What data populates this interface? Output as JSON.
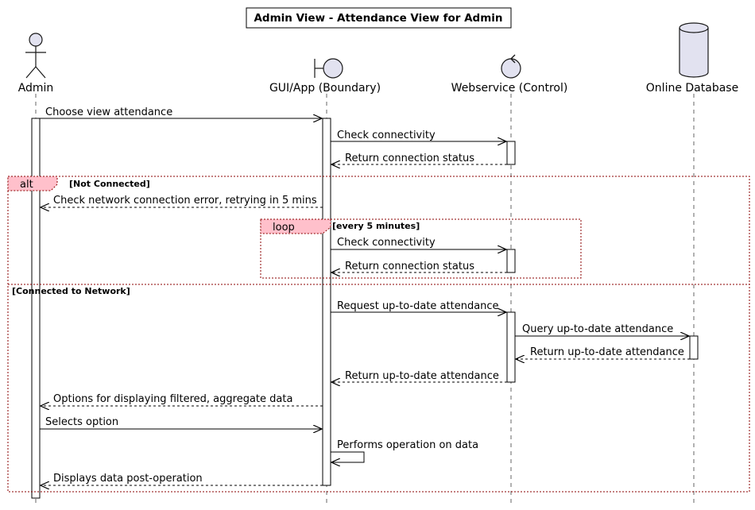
{
  "title": "Admin View - Attendance View for Admin",
  "participants": [
    {
      "id": "admin",
      "label": "Admin",
      "kind": "actor"
    },
    {
      "id": "gui",
      "label": "GUI/App (Boundary)",
      "kind": "boundary"
    },
    {
      "id": "ws",
      "label": "Webservice (Control)",
      "kind": "control"
    },
    {
      "id": "db",
      "label": "Online Database",
      "kind": "database"
    }
  ],
  "messages": [
    {
      "from": "admin",
      "to": "gui",
      "label": "Choose view attendance",
      "style": "solid"
    },
    {
      "from": "gui",
      "to": "ws",
      "label": "Check connectivity",
      "style": "solid"
    },
    {
      "from": "ws",
      "to": "gui",
      "label": "Return connection status",
      "style": "dashed"
    },
    {
      "from": "gui",
      "to": "admin",
      "label": "Check network connection error, retrying in 5 mins",
      "style": "dashed"
    },
    {
      "from": "gui",
      "to": "ws",
      "label": "Check connectivity",
      "style": "solid"
    },
    {
      "from": "ws",
      "to": "gui",
      "label": "Return connection status",
      "style": "dashed"
    },
    {
      "from": "gui",
      "to": "ws",
      "label": "Request up-to-date attendance",
      "style": "solid"
    },
    {
      "from": "ws",
      "to": "db",
      "label": "Query up-to-date attendance",
      "style": "solid"
    },
    {
      "from": "db",
      "to": "ws",
      "label": "Return up-to-date attendance",
      "style": "dashed"
    },
    {
      "from": "ws",
      "to": "gui",
      "label": "Return up-to-date attendance",
      "style": "dashed"
    },
    {
      "from": "gui",
      "to": "admin",
      "label": "Options for displaying filtered, aggregate data",
      "style": "dashed"
    },
    {
      "from": "admin",
      "to": "gui",
      "label": "Selects option",
      "style": "solid"
    },
    {
      "from": "gui",
      "to": "gui",
      "label": "Performs operation on data",
      "style": "solid"
    },
    {
      "from": "gui",
      "to": "admin",
      "label": "Displays data post-operation",
      "style": "dashed"
    }
  ],
  "frames": {
    "alt": {
      "tag": "alt",
      "condition": "[Not Connected]",
      "else_condition": "[Connected to Network]"
    },
    "loop": {
      "tag": "loop",
      "condition": "[every 5 minutes]"
    }
  },
  "colors": {
    "participant_fill": "#e2e2f0",
    "frame_stroke": "#8b0000",
    "frame_tab_fill": "#ffc0cb"
  }
}
